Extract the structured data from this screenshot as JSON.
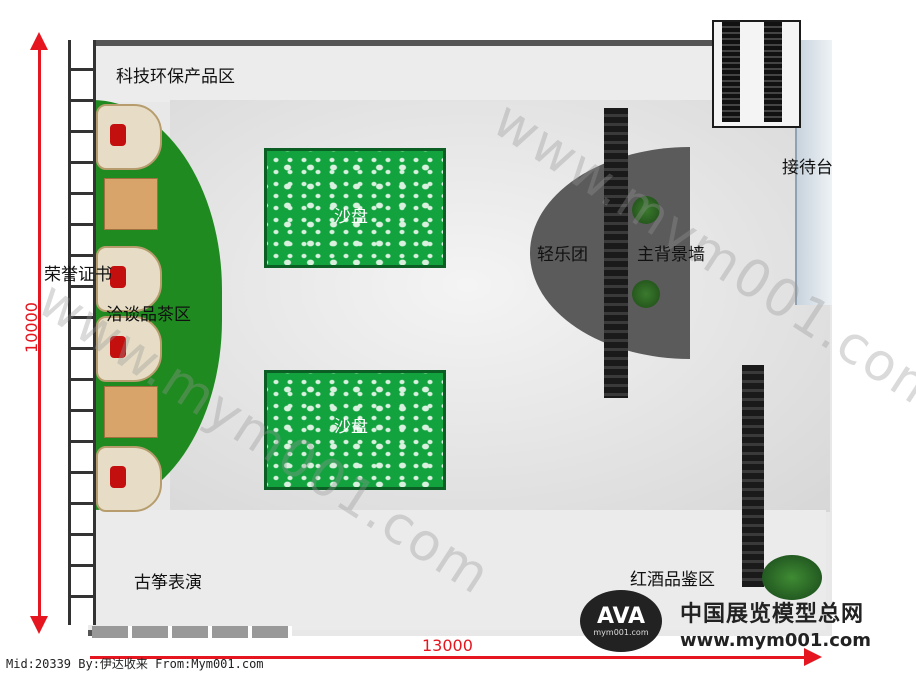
{
  "zones": {
    "tech_area": "科技环保产品区",
    "reception": "接待台",
    "band": "轻乐团",
    "main_wall": "主背景墙",
    "honor_certs": "荣誉证书",
    "tea_area": "洽谈品茶区",
    "sandtable_1": "沙盘",
    "sandtable_2": "沙盘",
    "guzheng": "古筝表演",
    "wine": "红酒品鉴区"
  },
  "dimensions": {
    "height": "10000",
    "width": "13000"
  },
  "watermark": "www.mym001.com",
  "branding": {
    "logo_mark": "AVA",
    "logo_sub": "mym001.com",
    "name": "中国展览模型总网",
    "url": "www.mym001.com"
  },
  "footer": "Mid:20339 By:伊达收来 From:Mym001.com",
  "colors": {
    "dimension_red": "#e5161f",
    "lawn_green": "#1f8a1f",
    "sandtable_green": "#12a33f"
  }
}
